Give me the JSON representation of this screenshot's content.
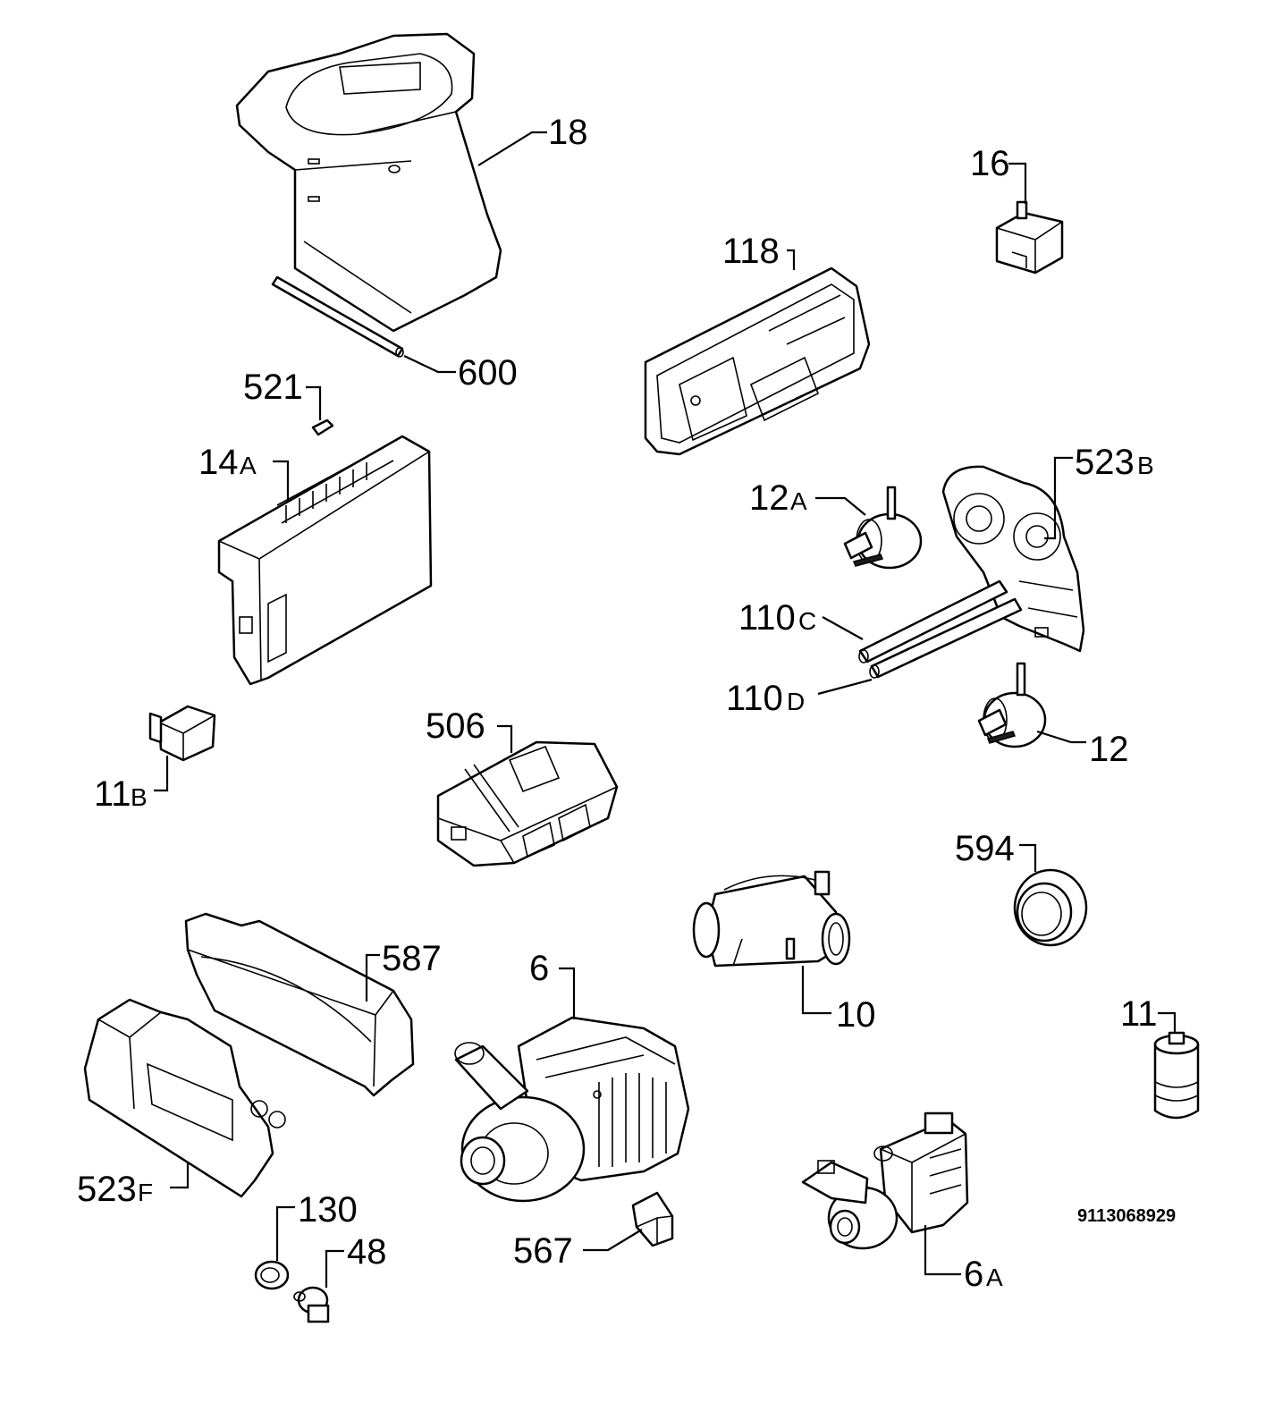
{
  "labels": {
    "p18": "18",
    "p600": "600",
    "p16": "16",
    "p118": "118",
    "p521": "521",
    "p14a": "14",
    "p14a_suffix": "A",
    "p523b": "523",
    "p523b_suffix": "B",
    "p12a": "12",
    "p12a_suffix": "A",
    "p110c": "110",
    "p110c_suffix": "C",
    "p110d": "110",
    "p110d_suffix": "D",
    "p12": "12",
    "p11b": "11",
    "p11b_suffix": "B",
    "p506": "506",
    "p594": "594",
    "p587": "587",
    "p6": "6",
    "p10": "10",
    "p11": "11",
    "p523f": "523",
    "p523f_suffix": "F",
    "p130": "130",
    "p48": "48",
    "p567": "567",
    "p6a": "6",
    "p6a_suffix": "A"
  },
  "drawing_number": "9113068929"
}
